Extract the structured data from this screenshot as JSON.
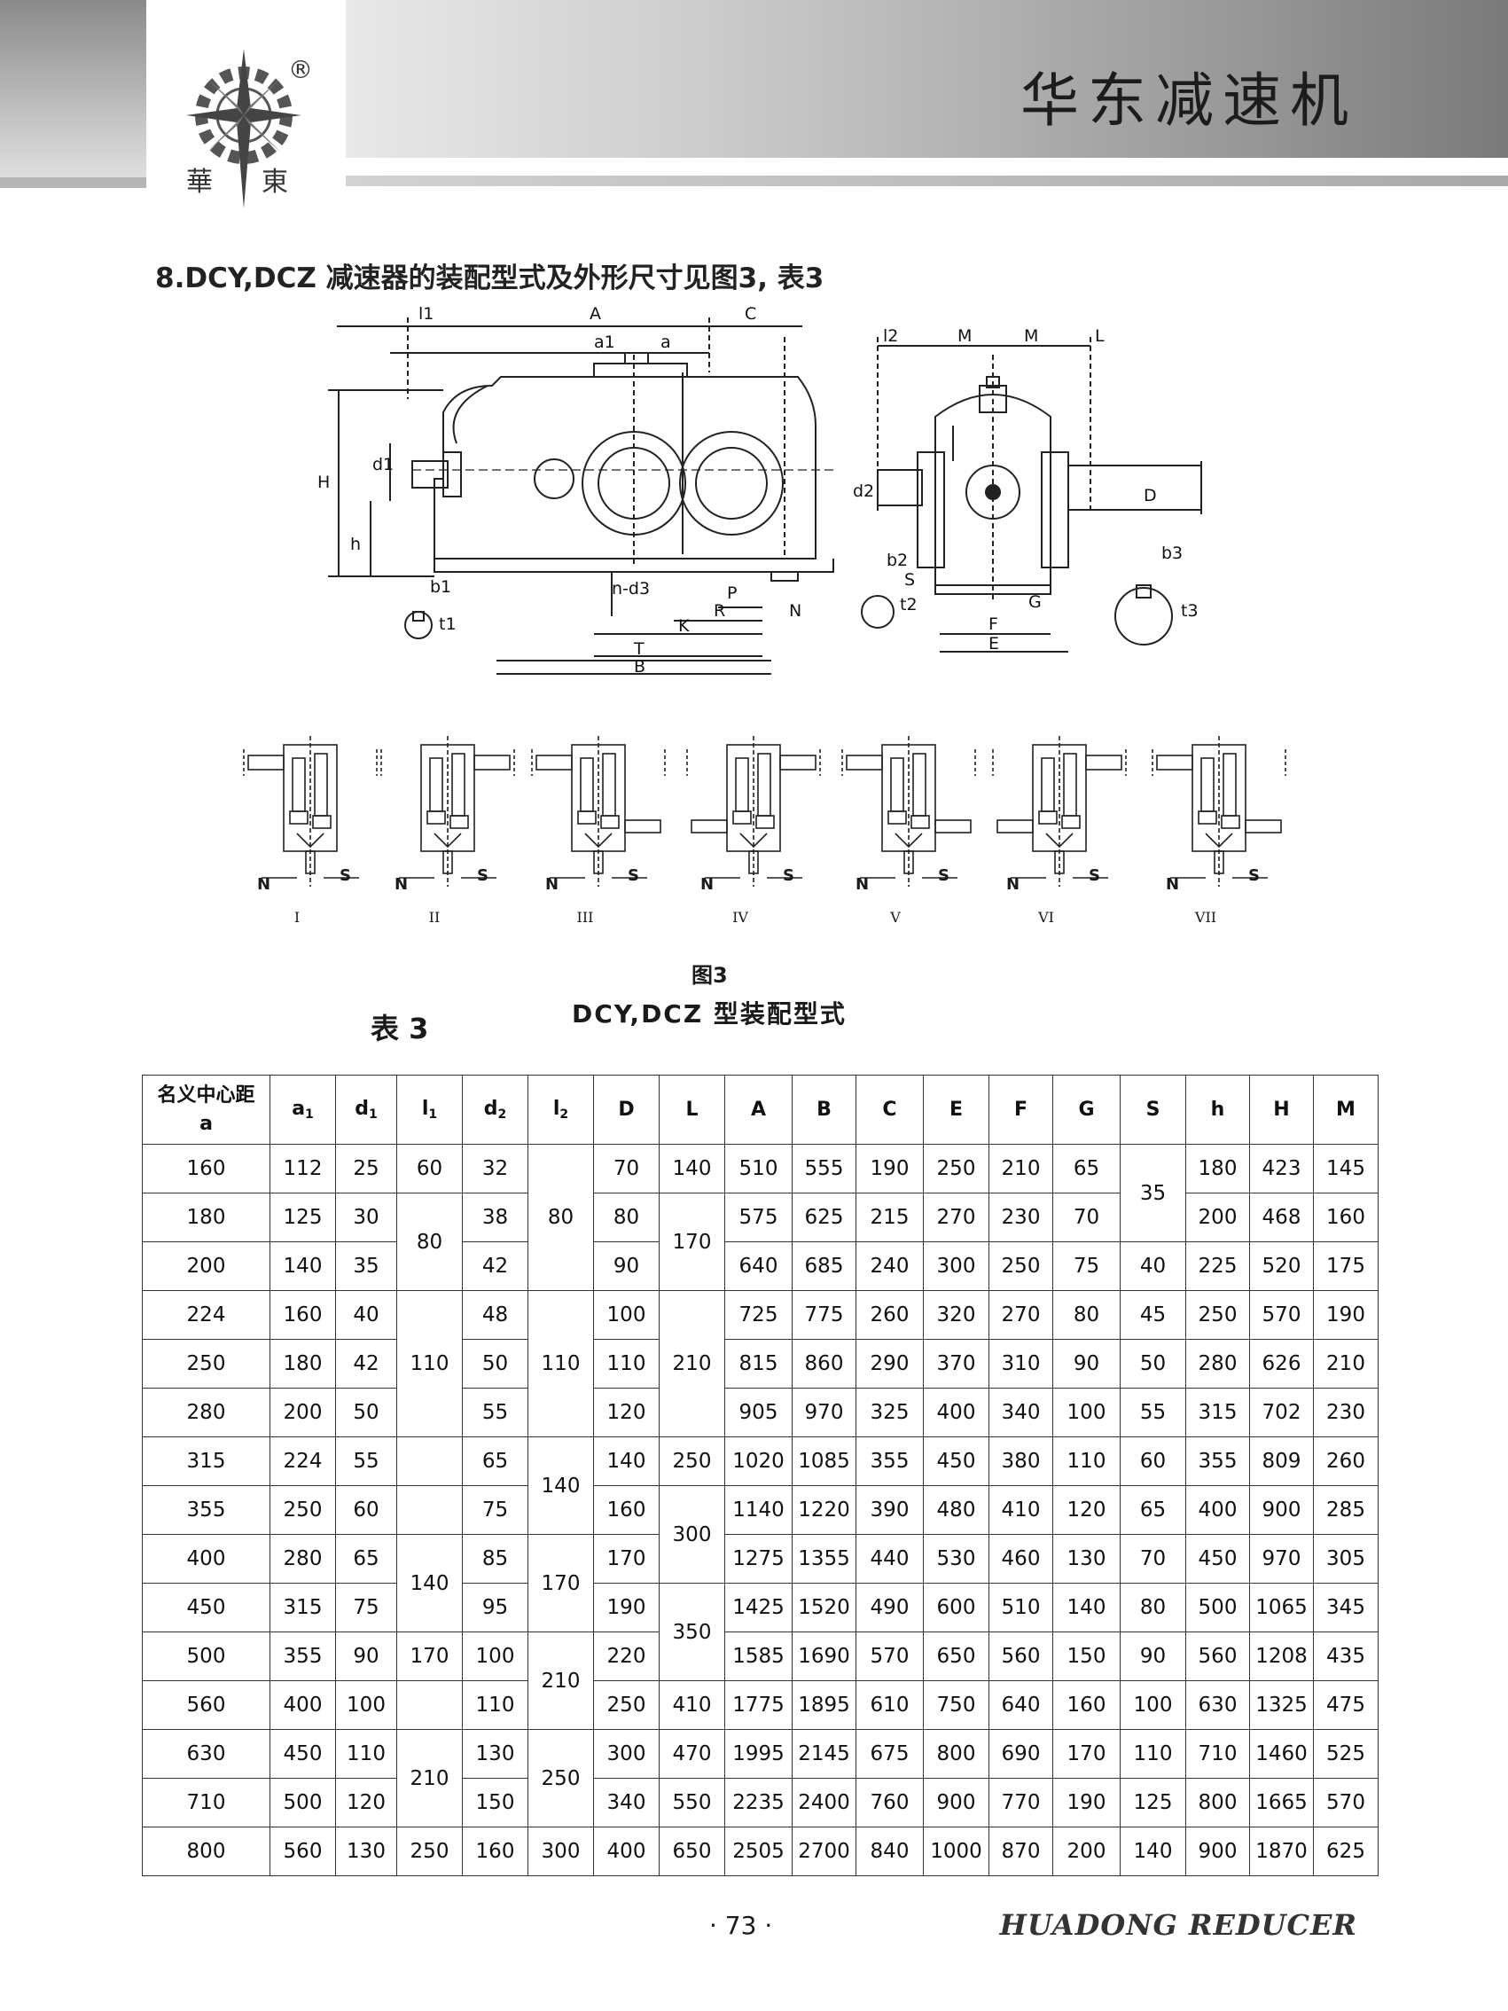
{
  "header": {
    "brand_title": "华东减速机",
    "logo_chars": [
      "華",
      "東"
    ],
    "registered_mark": "®"
  },
  "section": {
    "title": "8.DCY,DCZ 减速器的装配型式及外形尺寸见图3, 表3"
  },
  "figure": {
    "caption": "图3",
    "subtitle": "DCY,DCZ 型装配型式",
    "front_view_labels": [
      "l1",
      "A",
      "C",
      "a1",
      "a",
      "H",
      "d1",
      "h",
      "b1",
      "t1",
      "n-d3",
      "P",
      "R",
      "N",
      "K",
      "T",
      "B"
    ],
    "side_view_labels": [
      "l2",
      "M",
      "M",
      "L",
      "d2",
      "D",
      "b2",
      "S",
      "t2",
      "G",
      "F",
      "E",
      "b3",
      "t3"
    ],
    "assembly_types": [
      {
        "numeral": "I",
        "n": "N",
        "s": "S"
      },
      {
        "numeral": "II",
        "n": "N",
        "s": "S"
      },
      {
        "numeral": "III",
        "n": "N",
        "s": "S"
      },
      {
        "numeral": "IV",
        "n": "N",
        "s": "S"
      },
      {
        "numeral": "V",
        "n": "N",
        "s": "S"
      },
      {
        "numeral": "VI",
        "n": "N",
        "s": "S"
      },
      {
        "numeral": "VII",
        "n": "N",
        "s": "S"
      }
    ]
  },
  "table": {
    "label": "表 3",
    "header": {
      "a_line1": "名义中心距",
      "a_line2": "a",
      "cols": [
        {
          "base": "a",
          "sub": "1"
        },
        {
          "base": "d",
          "sub": "1"
        },
        {
          "base": "l",
          "sub": "1"
        },
        {
          "base": "d",
          "sub": "2"
        },
        {
          "base": "l",
          "sub": "2"
        },
        {
          "base": "D",
          "sub": ""
        },
        {
          "base": "L",
          "sub": ""
        },
        {
          "base": "A",
          "sub": ""
        },
        {
          "base": "B",
          "sub": ""
        },
        {
          "base": "C",
          "sub": ""
        },
        {
          "base": "E",
          "sub": ""
        },
        {
          "base": "F",
          "sub": ""
        },
        {
          "base": "G",
          "sub": ""
        },
        {
          "base": "S",
          "sub": ""
        },
        {
          "base": "h",
          "sub": ""
        },
        {
          "base": "H",
          "sub": ""
        },
        {
          "base": "M",
          "sub": ""
        }
      ]
    },
    "rows": [
      {
        "a": "160",
        "a1": "112",
        "d1": "25",
        "d2": "32",
        "D": "70",
        "A": "510",
        "B": "555",
        "C": "190",
        "E": "250",
        "F": "210",
        "G": "65",
        "h": "180",
        "H": "423",
        "M": "145"
      },
      {
        "a": "180",
        "a1": "125",
        "d1": "30",
        "d2": "38",
        "D": "80",
        "A": "575",
        "B": "625",
        "C": "215",
        "E": "270",
        "F": "230",
        "G": "70",
        "h": "200",
        "H": "468",
        "M": "160"
      },
      {
        "a": "200",
        "a1": "140",
        "d1": "35",
        "d2": "42",
        "D": "90",
        "A": "640",
        "B": "685",
        "C": "240",
        "E": "300",
        "F": "250",
        "G": "75",
        "h": "225",
        "H": "520",
        "M": "175"
      },
      {
        "a": "224",
        "a1": "160",
        "d1": "40",
        "d2": "48",
        "D": "100",
        "A": "725",
        "B": "775",
        "C": "260",
        "E": "320",
        "F": "270",
        "G": "80",
        "h": "250",
        "H": "570",
        "M": "190"
      },
      {
        "a": "250",
        "a1": "180",
        "d1": "42",
        "d2": "50",
        "D": "110",
        "A": "815",
        "B": "860",
        "C": "290",
        "E": "370",
        "F": "310",
        "G": "90",
        "h": "280",
        "H": "626",
        "M": "210"
      },
      {
        "a": "280",
        "a1": "200",
        "d1": "50",
        "d2": "55",
        "D": "120",
        "A": "905",
        "B": "970",
        "C": "325",
        "E": "400",
        "F": "340",
        "G": "100",
        "h": "315",
        "H": "702",
        "M": "230"
      },
      {
        "a": "315",
        "a1": "224",
        "d1": "55",
        "d2": "65",
        "D": "140",
        "A": "1020",
        "B": "1085",
        "C": "355",
        "E": "450",
        "F": "380",
        "G": "110",
        "h": "355",
        "H": "809",
        "M": "260"
      },
      {
        "a": "355",
        "a1": "250",
        "d1": "60",
        "d2": "75",
        "D": "160",
        "A": "1140",
        "B": "1220",
        "C": "390",
        "E": "480",
        "F": "410",
        "G": "120",
        "h": "400",
        "H": "900",
        "M": "285"
      },
      {
        "a": "400",
        "a1": "280",
        "d1": "65",
        "d2": "85",
        "D": "170",
        "A": "1275",
        "B": "1355",
        "C": "440",
        "E": "530",
        "F": "460",
        "G": "130",
        "h": "450",
        "H": "970",
        "M": "305"
      },
      {
        "a": "450",
        "a1": "315",
        "d1": "75",
        "d2": "95",
        "D": "190",
        "A": "1425",
        "B": "1520",
        "C": "490",
        "E": "600",
        "F": "510",
        "G": "140",
        "h": "500",
        "H": "1065",
        "M": "345"
      },
      {
        "a": "500",
        "a1": "355",
        "d1": "90",
        "d2": "100",
        "D": "220",
        "A": "1585",
        "B": "1690",
        "C": "570",
        "E": "650",
        "F": "560",
        "G": "150",
        "h": "560",
        "H": "1208",
        "M": "435"
      },
      {
        "a": "560",
        "a1": "400",
        "d1": "100",
        "d2": "110",
        "D": "250",
        "A": "1775",
        "B": "1895",
        "C": "610",
        "E": "750",
        "F": "640",
        "G": "160",
        "h": "630",
        "H": "1325",
        "M": "475"
      },
      {
        "a": "630",
        "a1": "450",
        "d1": "110",
        "d2": "130",
        "D": "300",
        "A": "1995",
        "B": "2145",
        "C": "675",
        "E": "800",
        "F": "690",
        "G": "170",
        "h": "710",
        "H": "1460",
        "M": "525"
      },
      {
        "a": "710",
        "a1": "500",
        "d1": "120",
        "d2": "150",
        "D": "340",
        "A": "2235",
        "B": "2400",
        "C": "760",
        "E": "900",
        "F": "770",
        "G": "190",
        "h": "800",
        "H": "1665",
        "M": "570"
      },
      {
        "a": "800",
        "a1": "560",
        "d1": "130",
        "d2": "160",
        "D": "400",
        "A": "2505",
        "B": "2700",
        "C": "840",
        "E": "1000",
        "F": "870",
        "G": "200",
        "h": "900",
        "H": "1870",
        "M": "625"
      }
    ],
    "merged": {
      "l1": [
        "60",
        "80",
        "110",
        "140",
        "170",
        "210",
        "250"
      ],
      "l2": [
        "80",
        "110",
        "140",
        "170",
        "210",
        "250",
        "300"
      ],
      "L": [
        "140",
        "170",
        "210",
        "250",
        "300",
        "350",
        "410",
        "470",
        "550",
        "650"
      ],
      "S": [
        "35",
        "40",
        "45",
        "50",
        "55",
        "60",
        "65",
        "70",
        "80",
        "90",
        "100",
        "110",
        "125",
        "140"
      ]
    }
  },
  "footer": {
    "page_number": "· 73 ·",
    "brand": "HUADONG REDUCER"
  }
}
